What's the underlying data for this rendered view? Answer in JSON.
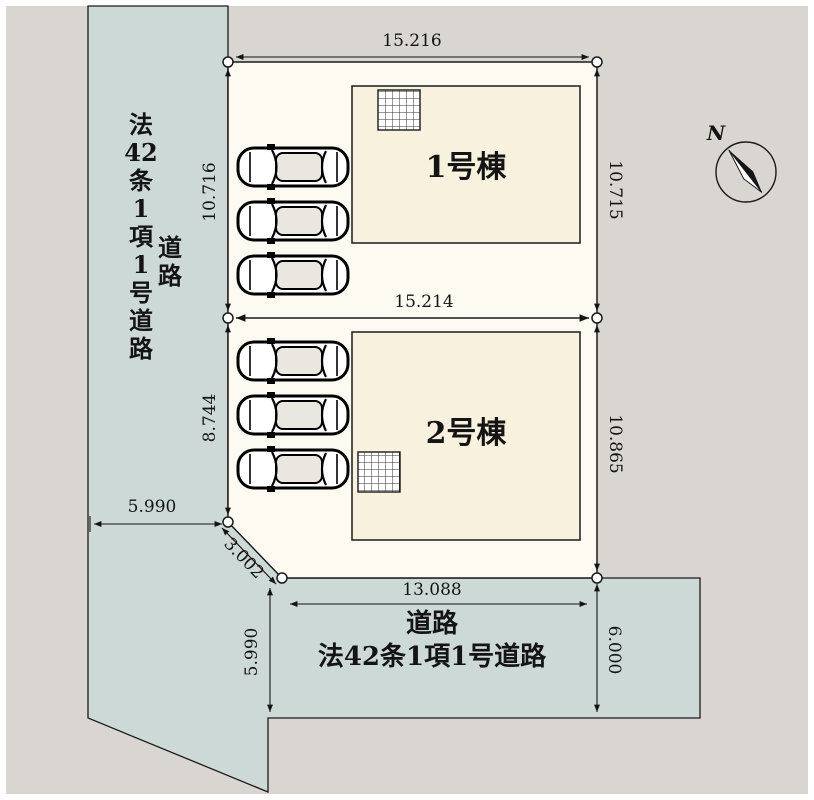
{
  "plan": {
    "north_label": "N",
    "west_road": {
      "name_chars": [
        "法",
        "42",
        "条",
        "1",
        "項",
        "1",
        "号",
        "道",
        "路"
      ],
      "label_chars": [
        "道",
        "路"
      ]
    },
    "south_road": {
      "label": "道路",
      "name": "法42条1項1号道路"
    },
    "buildings": [
      {
        "label": "1号棟"
      },
      {
        "label": "2号棟"
      }
    ],
    "dimensions": {
      "lot1_north": "15.216",
      "lot_boundary": "15.214",
      "lot1_west": "10.716",
      "lot1_east": "10.715",
      "lot2_west": "8.744",
      "lot2_east": "10.865",
      "west_road_width": "5.990",
      "corner_cut": "3.002",
      "lot2_south": "13.088",
      "south_road_left": "5.990",
      "south_road_width": "6.000"
    },
    "colors": {
      "background": "#d9d5d1",
      "road": "#cdd9d7",
      "lot": "#fdfaf2",
      "building": "#f8f1dd"
    }
  }
}
